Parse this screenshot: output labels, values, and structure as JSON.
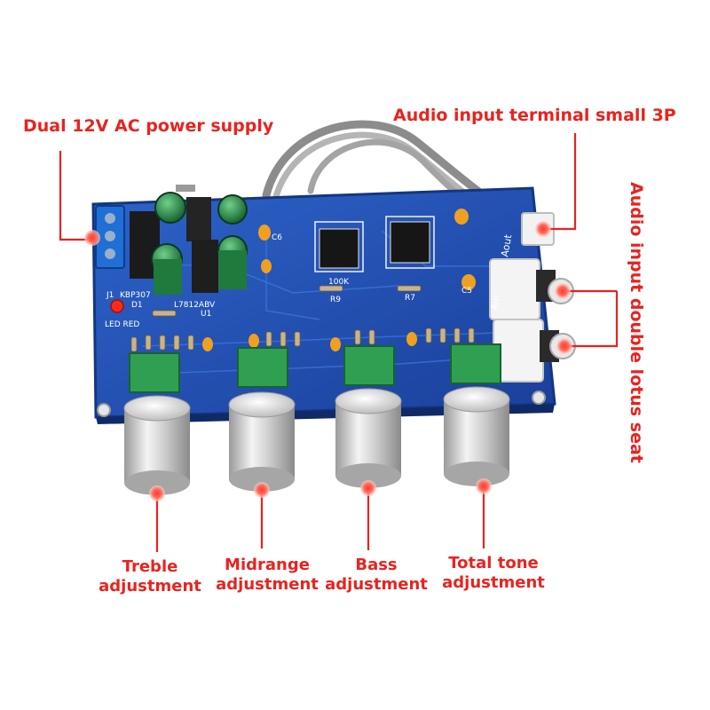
{
  "labels": {
    "power": "Dual 12V AC power supply",
    "audio_input_3p": "Audio input terminal small 3P",
    "audio_input_lotus": "Audio input double lotus seat",
    "treble_line1": "Treble",
    "treble_line2": "adjustment",
    "midrange_line1": "Midrange",
    "midrange_line2": "adjustment",
    "bass_line1": "Bass",
    "bass_line2": "adjustment",
    "tone_line1": "Total tone",
    "tone_line2": "adjustment"
  },
  "board": {
    "silk_j1": "J1",
    "silk_kbp": "KBP307",
    "silk_d1": "D1",
    "silk_led": "LED RED",
    "silk_reg": "L7812ABV",
    "silk_u1": "U1",
    "silk_r9": "R9",
    "silk_r7": "R7",
    "silk_100k": "100K",
    "silk_aout": "Aout",
    "silk_ain": "Ain",
    "silk_c5": "C5",
    "silk_c6": "C6"
  },
  "colors": {
    "label_red": "#e8231f",
    "pcb_blue": "#1f4fb4",
    "knob_silver": "#d9d9d9",
    "pot_green": "#2fa052"
  }
}
